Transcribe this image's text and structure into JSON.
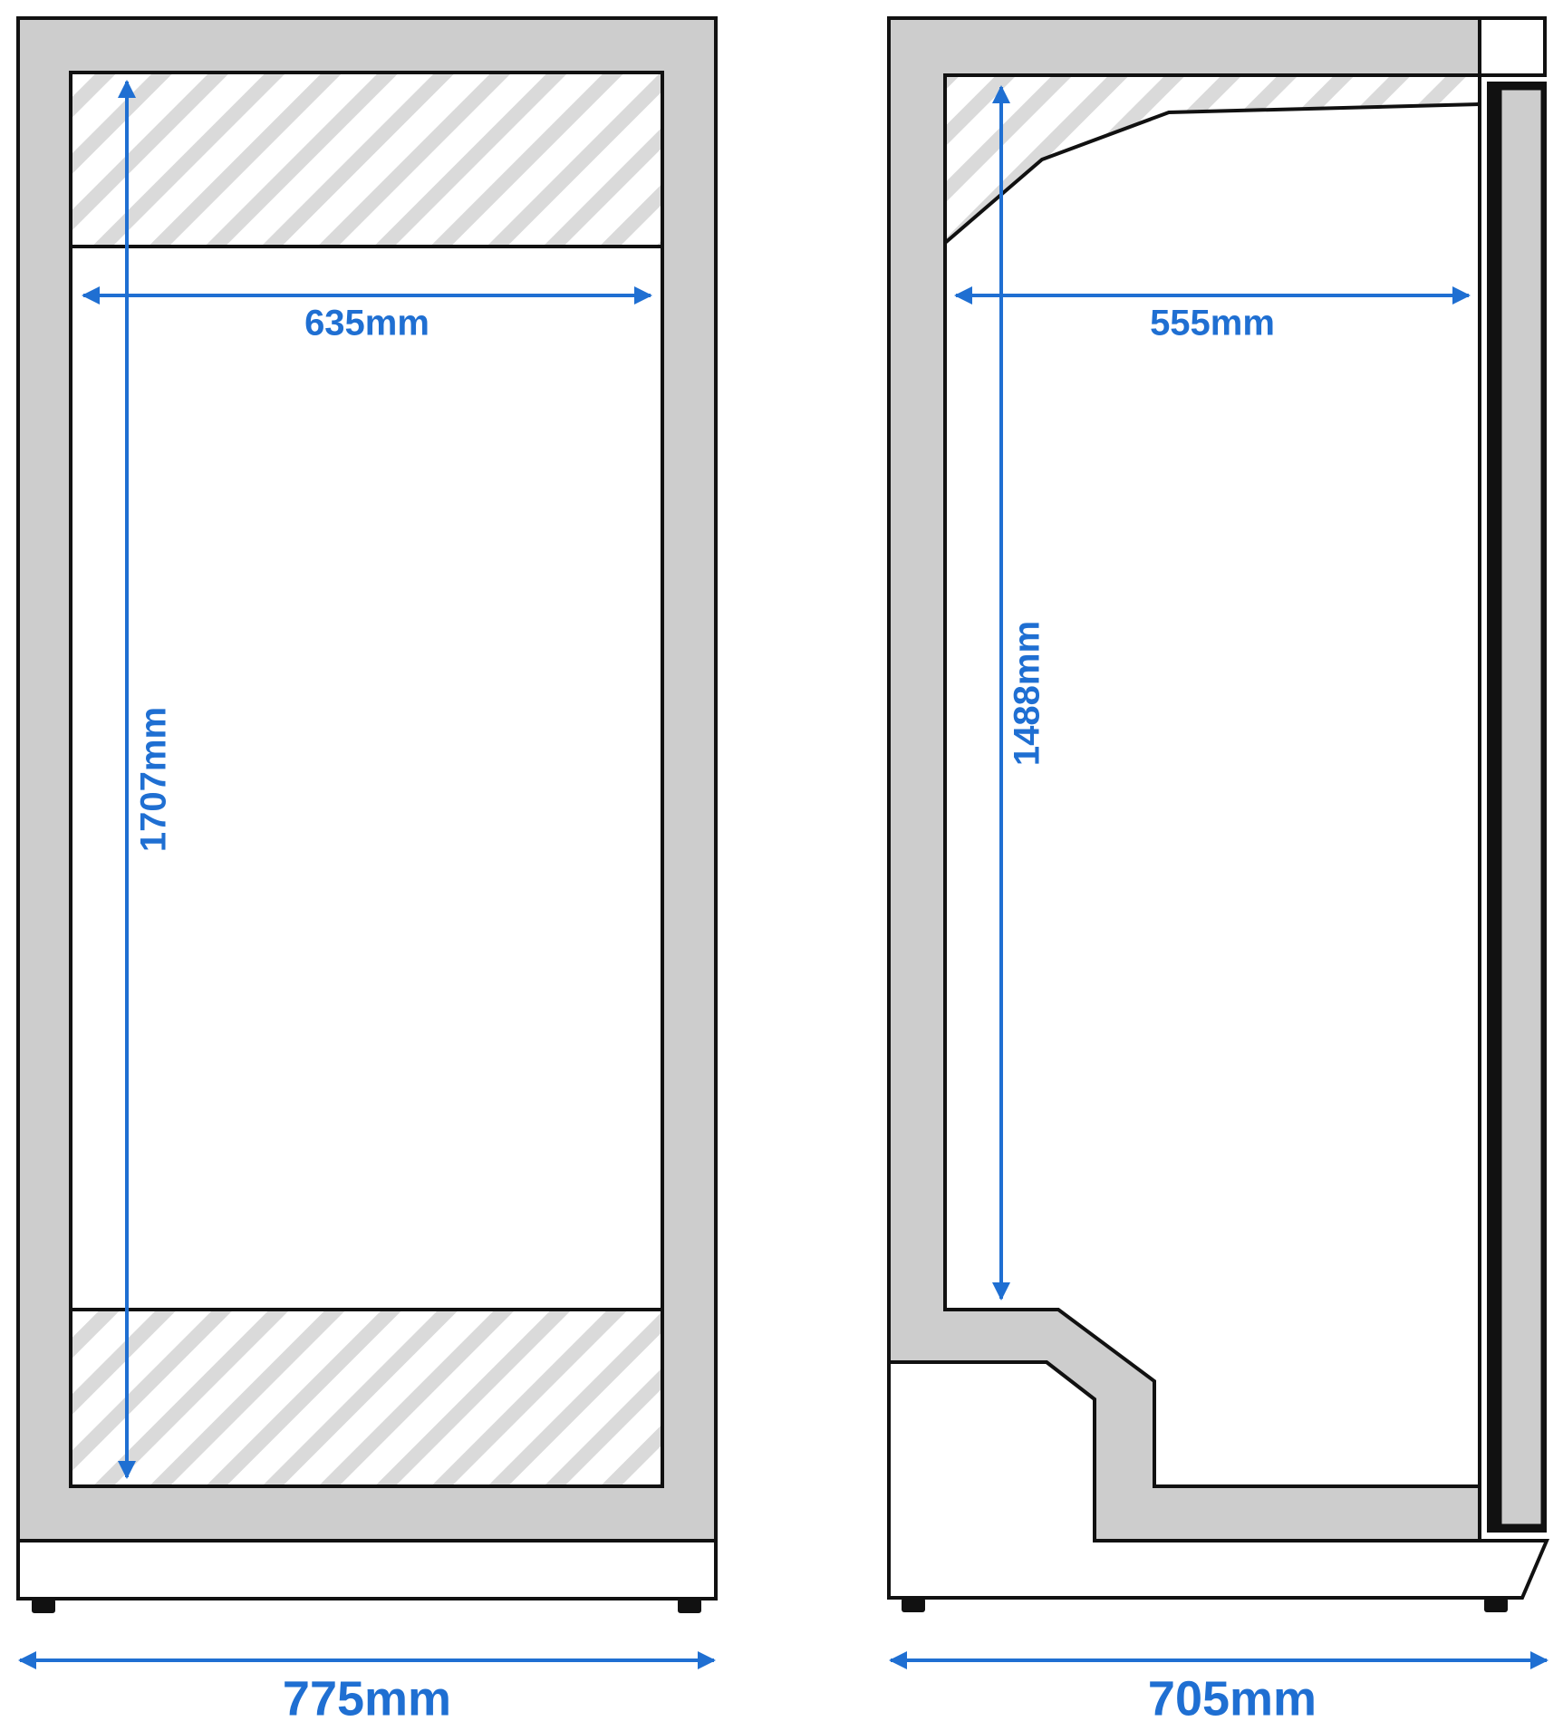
{
  "colors": {
    "accent": "#1f6fd2",
    "outline": "#111111",
    "panel_fill": "#cdcdcd",
    "hatch_stripe": "#dadada",
    "background": "#ffffff"
  },
  "front_view": {
    "inner_width_label": "635mm",
    "inner_height_label": "1707mm",
    "overall_width_label": "775mm"
  },
  "side_view": {
    "inner_depth_label": "555mm",
    "inner_height_label": "1488mm",
    "overall_depth_label": "705mm"
  }
}
